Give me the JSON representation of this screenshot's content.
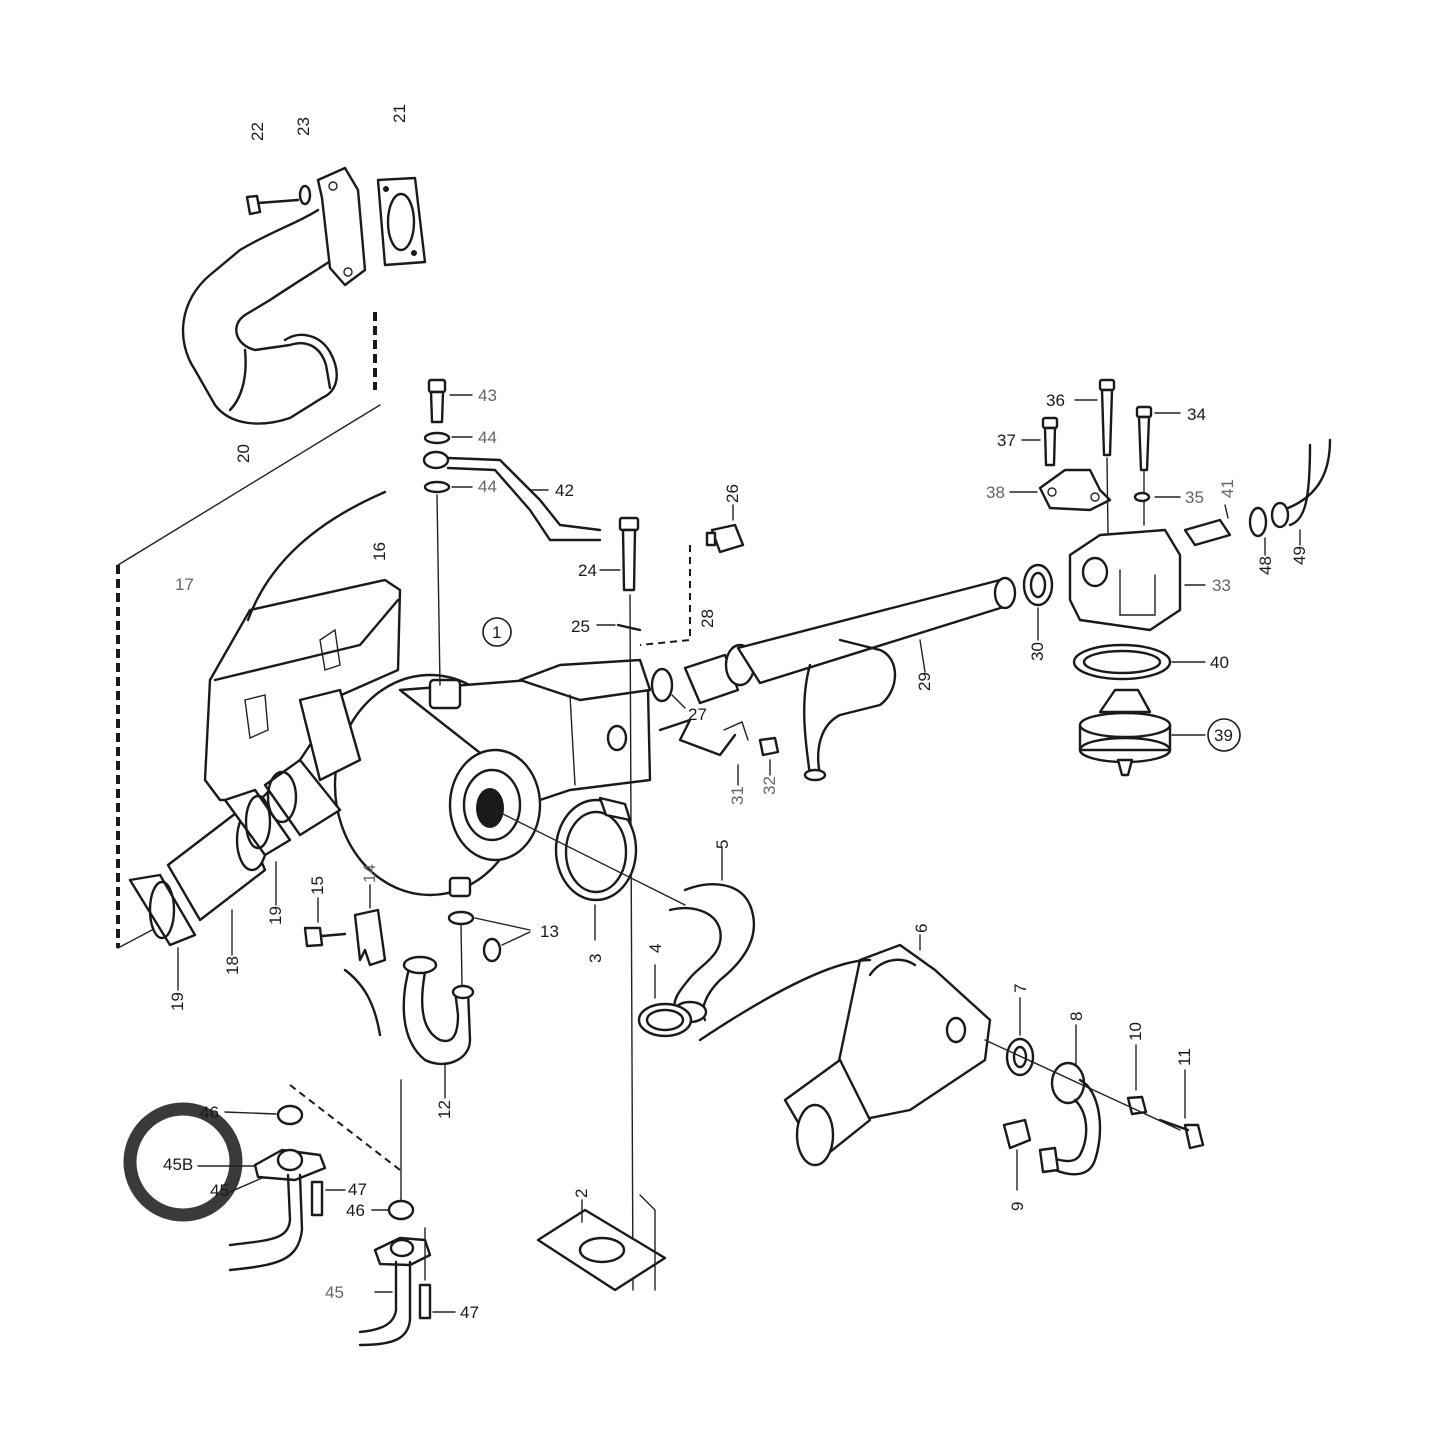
{
  "diagram": {
    "labels": [
      {
        "id": "l21",
        "text": "21"
      },
      {
        "id": "l22",
        "text": "22"
      },
      {
        "id": "l23",
        "text": "23"
      },
      {
        "id": "l20",
        "text": "20"
      },
      {
        "id": "l43",
        "text": "43"
      },
      {
        "id": "l44a",
        "text": "44"
      },
      {
        "id": "l44b",
        "text": "44"
      },
      {
        "id": "l42",
        "text": "42"
      },
      {
        "id": "l16",
        "text": "16"
      },
      {
        "id": "l17",
        "text": "17"
      },
      {
        "id": "l1",
        "text": "1"
      },
      {
        "id": "l24",
        "text": "24"
      },
      {
        "id": "l25",
        "text": "25"
      },
      {
        "id": "l26",
        "text": "26"
      },
      {
        "id": "l28",
        "text": "28"
      },
      {
        "id": "l27",
        "text": "27"
      },
      {
        "id": "l29",
        "text": "29"
      },
      {
        "id": "l30",
        "text": "30"
      },
      {
        "id": "l31",
        "text": "31"
      },
      {
        "id": "l32",
        "text": "32"
      },
      {
        "id": "l36",
        "text": "36"
      },
      {
        "id": "l34",
        "text": "34"
      },
      {
        "id": "l37",
        "text": "37"
      },
      {
        "id": "l38",
        "text": "38"
      },
      {
        "id": "l35",
        "text": "35"
      },
      {
        "id": "l41",
        "text": "41"
      },
      {
        "id": "l48",
        "text": "48"
      },
      {
        "id": "l49",
        "text": "49"
      },
      {
        "id": "l33",
        "text": "33"
      },
      {
        "id": "l40",
        "text": "40"
      },
      {
        "id": "l39",
        "text": "39"
      },
      {
        "id": "l5",
        "text": "5"
      },
      {
        "id": "l3",
        "text": "3"
      },
      {
        "id": "l4",
        "text": "4"
      },
      {
        "id": "l6",
        "text": "6"
      },
      {
        "id": "l7",
        "text": "7"
      },
      {
        "id": "l8",
        "text": "8"
      },
      {
        "id": "l10",
        "text": "10"
      },
      {
        "id": "l11",
        "text": "11"
      },
      {
        "id": "l9",
        "text": "9"
      },
      {
        "id": "l13",
        "text": "13"
      },
      {
        "id": "l14",
        "text": "14"
      },
      {
        "id": "l15",
        "text": "15"
      },
      {
        "id": "l12",
        "text": "12"
      },
      {
        "id": "l18",
        "text": "18"
      },
      {
        "id": "l19a",
        "text": "19"
      },
      {
        "id": "l19b",
        "text": "19"
      },
      {
        "id": "l2",
        "text": "2"
      },
      {
        "id": "l46a",
        "text": "46"
      },
      {
        "id": "l45B",
        "text": "45B"
      },
      {
        "id": "l45",
        "text": "45"
      },
      {
        "id": "l47a",
        "text": "47"
      },
      {
        "id": "l46b",
        "text": "46"
      },
      {
        "id": "l45b",
        "text": "45"
      },
      {
        "id": "l47b",
        "text": "47"
      }
    ]
  }
}
